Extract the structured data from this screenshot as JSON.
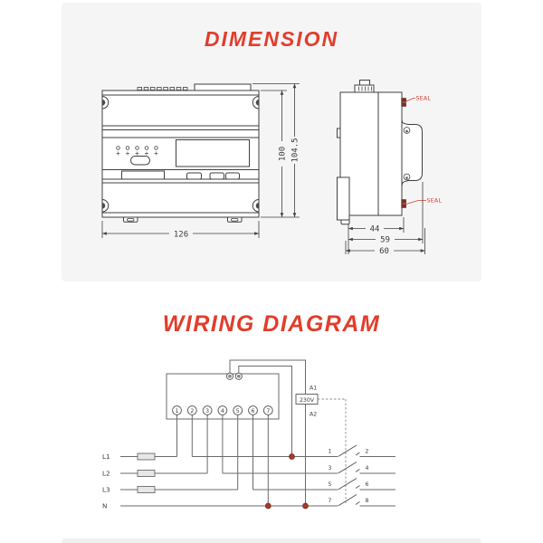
{
  "dimension": {
    "title": "DIMENSION",
    "front": {
      "width": "126",
      "height_body": "100",
      "height_total": "104.5"
    },
    "side": {
      "seal_top": "SEAL",
      "seal_bottom": "SEAL",
      "depth_din": "44",
      "depth_body": "59",
      "depth_total": "60"
    }
  },
  "wiring": {
    "title": "WIRING DIAGRAM",
    "terminals": [
      "1",
      "2",
      "3",
      "4",
      "5",
      "6",
      "7"
    ],
    "coil": {
      "a1": "A1",
      "voltage": "230V",
      "a2": "A2"
    },
    "inputs": [
      "L1",
      "L2",
      "L3",
      "N"
    ],
    "contacts_left": [
      "1",
      "3",
      "5",
      "7"
    ],
    "contacts_right": [
      "2",
      "4",
      "6",
      "8"
    ]
  },
  "colors": {
    "accent": "#e23d2c",
    "line": "#3f3f3f",
    "wire": "#6b6b6b",
    "junction": "#a33a2c",
    "panel": "#f5f5f6"
  }
}
